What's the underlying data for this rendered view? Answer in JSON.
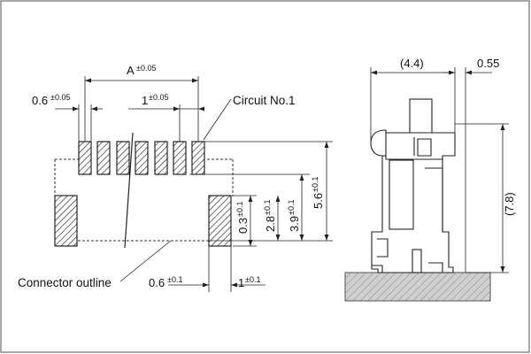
{
  "diagram": {
    "top_view": {
      "dim_A": {
        "value": "A",
        "tol": "±0.05"
      },
      "dim_pad_width": {
        "value": "0.6",
        "tol": "±0.05"
      },
      "dim_pitch": {
        "value": "1",
        "tol": "±0.05"
      },
      "label_circuit": "Circuit No.1",
      "label_outline": "Connector outline",
      "dim_v_03": {
        "value": "0.3",
        "tol": "±0.1"
      },
      "dim_v_28": {
        "value": "2.8",
        "tol": "±0.1"
      },
      "dim_v_39": {
        "value": "3.9",
        "tol": "±0.1"
      },
      "dim_v_56": {
        "value": "5.6",
        "tol": "±0.1"
      },
      "dim_bottom_06": {
        "value": "0.6",
        "tol": "±0.1"
      },
      "dim_bottom_1": {
        "value": "1",
        "tol": "±0.1"
      }
    },
    "side_view": {
      "dim_width": "(4.4)",
      "dim_offset": "0.55",
      "dim_height": "(7.8)"
    }
  }
}
